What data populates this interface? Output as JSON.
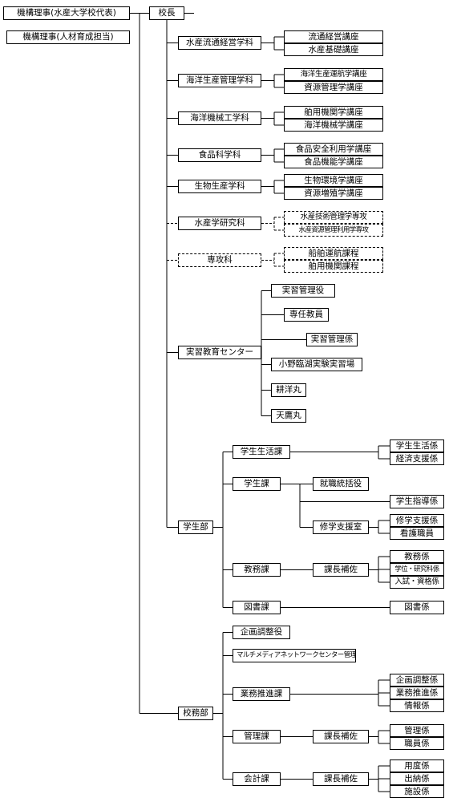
{
  "board": {
    "director_1": "機構理事(水産大学校代表)",
    "director_2": "機構理事(人材育成担当)"
  },
  "president": "校長",
  "departments": {
    "d1": {
      "name": "水産流通経営学科",
      "c1": "流通経営講座",
      "c2": "水産基礎講座"
    },
    "d2": {
      "name": "海洋生産管理学科",
      "c1": "海洋生産運航学講座",
      "c2": "資源管理学講座"
    },
    "d3": {
      "name": "海洋機械工学科",
      "c1": "舶用機関学講座",
      "c2": "海洋機械学講座"
    },
    "d4": {
      "name": "食品科学科",
      "c1": "食品安全利用学講座",
      "c2": "食品機能学講座"
    },
    "d5": {
      "name": "生物生産学科",
      "c1": "生物環境学講座",
      "c2": "資源増殖学講座"
    }
  },
  "graduate": {
    "name": "水産学研究科",
    "c1": "水産技術管理学専攻",
    "c2": "水産資源管理利用学専攻"
  },
  "advanced": {
    "name": "専攻科",
    "c1": "船舶運航課程",
    "c2": "舶用機関課程"
  },
  "training_center": {
    "name": "実習教育センター",
    "items": [
      "実習管理役",
      "専任教員",
      "実習管理係",
      "小野臨湖実験実習場",
      "耕洋丸",
      "天鷹丸"
    ]
  },
  "student_affairs": {
    "name": "学生部",
    "life": {
      "name": "学生生活課",
      "s1": "学生生活係",
      "s2": "経済支援係"
    },
    "student": {
      "name": "学生課",
      "employment": "就職統括役",
      "guidance": "学生指導係",
      "support_room": "修学支援室",
      "support": "修学支援係",
      "nurse": "看護職員"
    },
    "academic": {
      "name": "教務課",
      "deputy": "課長補佐",
      "s1": "教務係",
      "s2": "学位・研究科係",
      "s3": "入試・資格係"
    },
    "library": {
      "name": "図書課",
      "s1": "図書係"
    }
  },
  "general_affairs": {
    "name": "校務部",
    "planning": "企画調整役",
    "multimedia": "マルチメディアネットワークセンター管理役",
    "business": {
      "name": "業務推進課",
      "s1": "企画調整係",
      "s2": "業務推進係",
      "s3": "情報係"
    },
    "management": {
      "name": "管理課",
      "deputy": "課長補佐",
      "s1": "管理係",
      "s2": "職員係"
    },
    "accounting": {
      "name": "会計課",
      "deputy": "課長補佐",
      "s1": "用度係",
      "s2": "出納係",
      "s3": "施設係"
    }
  }
}
